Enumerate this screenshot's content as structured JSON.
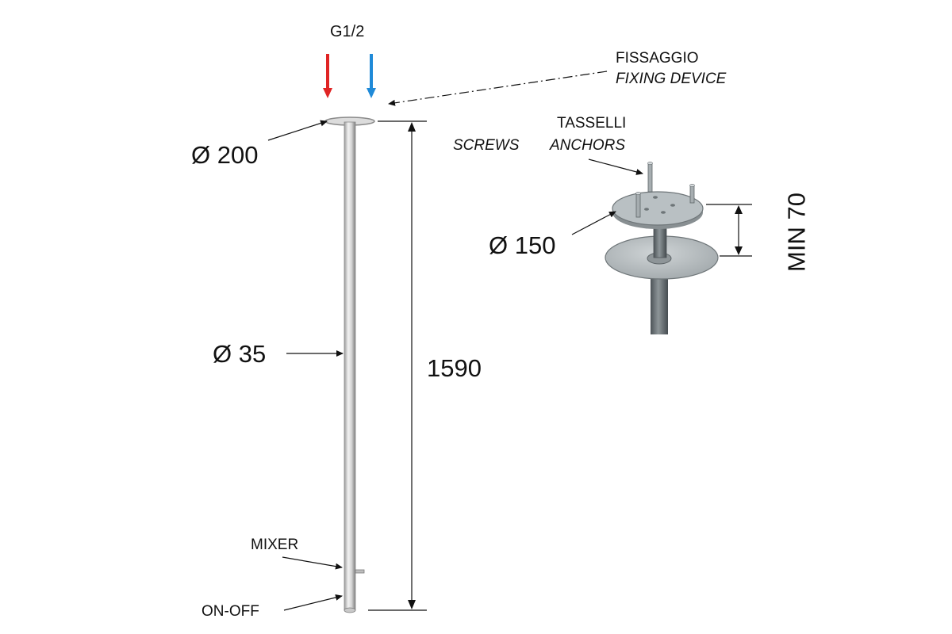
{
  "labels": {
    "inlet": "G1/2",
    "fixing_it": "FISSAGGIO",
    "fixing_en": "FIXING DEVICE",
    "flange_diameter": "Ø 200",
    "pipe_diameter": "Ø 35",
    "total_height": "1590",
    "mixer": "MIXER",
    "on_off": "ON-OFF",
    "tasselli": "TASSELLI",
    "screws": "SCREWS",
    "anchors": "ANCHORS",
    "plate_diameter": "Ø 150",
    "min_distance": "MIN 70"
  },
  "colors": {
    "hot_arrow": "#e02424",
    "cold_arrow": "#1f8ad8",
    "line": "#111111",
    "metal_light": "#e6e6e6",
    "metal_dark": "#8a8a8a"
  }
}
